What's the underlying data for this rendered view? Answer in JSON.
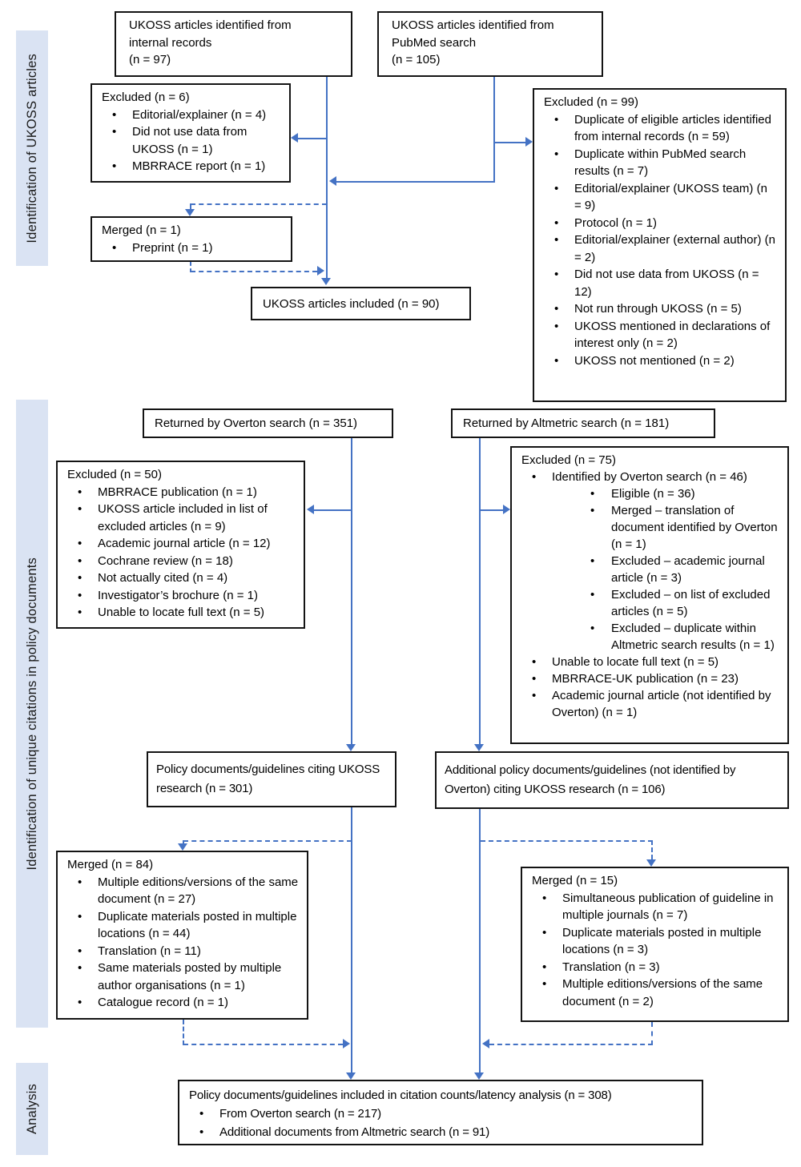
{
  "colors": {
    "accent": "#4472C4",
    "sidebar": "#DAE3F3",
    "border": "#141414",
    "text": "#000000"
  },
  "sidebar": [
    {
      "label": "Identification of UKOSS articles"
    },
    {
      "label": "Identification of unique citations in policy documents"
    },
    {
      "label": "Analysis"
    }
  ],
  "boxes": {
    "internalRecords": {
      "lines": [
        "UKOSS articles identified from",
        "internal records",
        "(n = 97)"
      ]
    },
    "pubmed": {
      "lines": [
        "UKOSS articles identified from",
        "PubMed search",
        "(n = 105)"
      ]
    },
    "excluded6": {
      "title": "Excluded (n = 6)",
      "items": [
        "Editorial/explainer (n = 4)",
        "Did not use data from UKOSS (n = 1)",
        "MBRRACE report (n = 1)"
      ]
    },
    "excluded99": {
      "title": "Excluded (n = 99)",
      "items": [
        "Duplicate of eligible articles identified from internal records (n = 59)",
        "Duplicate within PubMed search results (n = 7)",
        "Editorial/explainer (UKOSS team) (n = 9)",
        "Protocol (n = 1)",
        "Editorial/explainer (external author) (n = 2)",
        "Did not use data from UKOSS (n = 12)",
        "Not run through UKOSS (n = 5)",
        "UKOSS mentioned in declarations of interest only (n = 2)",
        "UKOSS not mentioned (n = 2)"
      ]
    },
    "merged1": {
      "title": "Merged (n = 1)",
      "items": [
        "Preprint (n = 1)"
      ]
    },
    "included90": {
      "text": "UKOSS articles included (n = 90)"
    },
    "overton": {
      "text": "Returned by Overton search (n = 351)"
    },
    "altmetric": {
      "text": "Returned by Altmetric search (n = 181)"
    },
    "excluded50": {
      "title": "Excluded (n = 50)",
      "items": [
        "MBRRACE publication (n = 1)",
        "UKOSS article included in list of excluded articles (n = 9)",
        "Academic journal article (n = 12)",
        "Cochrane review (n = 18)",
        "Not actually cited (n = 4)",
        "Investigator’s brochure (n = 1)",
        "Unable to locate full text (n = 5)"
      ]
    },
    "excluded75": {
      "title": "Excluded (n = 75)",
      "items": [
        {
          "label": "Identified by Overton search (n = 46)",
          "sub": [
            "Eligible (n = 36)",
            "Merged – translation of document identified by Overton (n = 1)",
            "Excluded – academic journal article (n = 3)",
            "Excluded – on list of excluded articles (n = 5)",
            "Excluded – duplicate within Altmetric search results (n = 1)"
          ]
        },
        {
          "label": "Unable to locate full text (n = 5)"
        },
        {
          "label": "MBRRACE-UK publication (n = 23)"
        },
        {
          "label": "Academic journal article (not identified by Overton) (n = 1)"
        }
      ]
    },
    "policy301": {
      "text": "Policy documents/guidelines citing UKOSS research (n = 301)"
    },
    "additional106": {
      "text": "Additional policy documents/guidelines (not identified by Overton) citing UKOSS research (n = 106)"
    },
    "merged84": {
      "title": "Merged (n = 84)",
      "items": [
        "Multiple editions/versions of the same document (n = 27)",
        "Duplicate materials posted in multiple locations (n = 44)",
        "Translation (n = 11)",
        "Same materials posted by multiple author organisations (n = 1)",
        "Catalogue record (n = 1)"
      ]
    },
    "merged15": {
      "title": "Merged (n = 15)",
      "items": [
        "Simultaneous publication of guideline in multiple journals (n = 7)",
        "Duplicate materials posted in multiple locations (n = 3)",
        "Translation (n = 3)",
        "Multiple editions/versions of the same document (n = 2)"
      ]
    },
    "analysis308": {
      "title": "Policy documents/guidelines included in citation counts/latency analysis (n = 308)",
      "items": [
        "From Overton search (n = 217)",
        "Additional documents from Altmetric search (n = 91)"
      ]
    }
  }
}
